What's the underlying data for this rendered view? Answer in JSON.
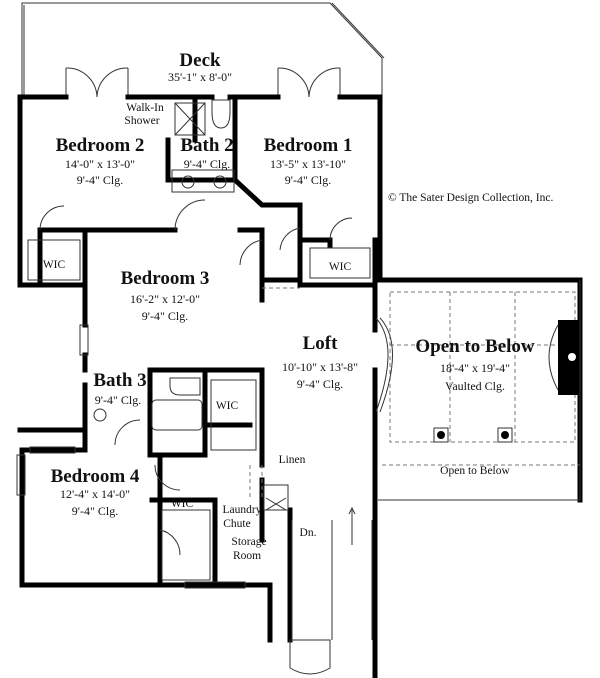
{
  "rooms": {
    "deck": {
      "name": "Deck",
      "size": "35'-1\" x 8'-0\""
    },
    "walk_in_shower": {
      "line1": "Walk-In",
      "line2": "Shower"
    },
    "bedroom2": {
      "name": "Bedroom 2",
      "size": "14'-0\" x 13'-0\"",
      "ceiling": "9'-4\" Clg."
    },
    "bath2": {
      "name": "Bath 2",
      "ceiling": "9'-4\" Clg."
    },
    "bedroom1": {
      "name": "Bedroom 1",
      "size": "13'-5\" x 13'-10\"",
      "ceiling": "9'-4\" Clg."
    },
    "wic_bed2": "WIC",
    "wic_bed1": "WIC",
    "bedroom3": {
      "name": "Bedroom 3",
      "size": "16'-2\" x 12'-0\"",
      "ceiling": "9'-4\" Clg."
    },
    "loft": {
      "name": "Loft",
      "size": "10'-10\" x 13'-8\"",
      "ceiling": "9'-4\" Clg."
    },
    "open_to_below_main": {
      "name": "Open to Below",
      "size": "18'-4\" x 19'-4\"",
      "ceiling": "Vaulted Clg."
    },
    "bath3": {
      "name": "Bath 3",
      "ceiling": "9'-4\" Clg."
    },
    "wic_bed3": "WIC",
    "bedroom4": {
      "name": "Bedroom 4",
      "size": "12'-4\" x 14'-0\"",
      "ceiling": "9'-4\" Clg."
    },
    "wic_bed4": "WIC",
    "linen": "Linen",
    "open_to_below_lower": "Open to Below",
    "laundry_chute": {
      "line1": "Laundry",
      "line2": "Chute"
    },
    "storage_room": {
      "line1": "Storage",
      "line2": "Room"
    },
    "stairs_down": "Dn."
  },
  "copyright": "© The Sater Design Collection, Inc."
}
